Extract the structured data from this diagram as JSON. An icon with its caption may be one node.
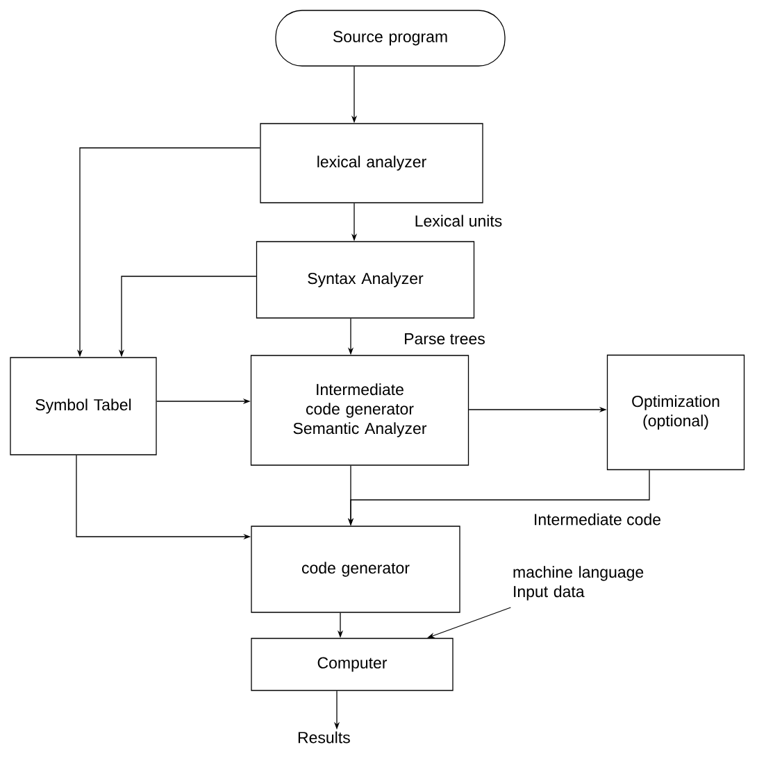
{
  "diagram": {
    "nodes": [
      {
        "text": [
          "Source program"
        ]
      },
      {
        "text": [
          "lexical analyzer"
        ]
      },
      {
        "text": [
          "Syntax Analyzer"
        ]
      },
      {
        "text": [
          "Symbol Tabel"
        ]
      },
      {
        "text": [
          "Intermediate code generator",
          "Semantic Analyzer"
        ]
      },
      {
        "text": [
          "Optimization (optional)"
        ]
      },
      {
        "text": [
          "code generator"
        ]
      },
      {
        "text": [
          "Computer"
        ]
      },
      {
        "text": [
          "Results"
        ]
      },
      {
        "text": [
          "machine language Input data"
        ]
      }
    ],
    "edges": [
      {
        "from": 0,
        "to": 1,
        "arrow": "to"
      },
      {
        "from": 1,
        "to": 2,
        "arrow": "to",
        "label": "Lexical units"
      },
      {
        "from": 1,
        "to": 3,
        "arrow": "to"
      },
      {
        "from": 2,
        "to": 3,
        "arrow": "to"
      },
      {
        "from": 2,
        "to": 4,
        "arrow": "to",
        "label": "Parse trees"
      },
      {
        "from": 3,
        "to": 4,
        "arrow": "to"
      },
      {
        "from": 4,
        "to": 5,
        "arrow": "to"
      },
      {
        "from": 5,
        "to": 6,
        "arrow": "to",
        "label": "Intermediate code"
      },
      {
        "from": 4,
        "to": 6,
        "arrow": "to"
      },
      {
        "from": 3,
        "to": 6,
        "arrow": "to"
      },
      {
        "from": 6,
        "to": 7,
        "arrow": "to"
      },
      {
        "from": 7,
        "to": 8,
        "arrow": "to"
      },
      {
        "from": 9,
        "to": 7,
        "arrow": "to"
      }
    ]
  }
}
